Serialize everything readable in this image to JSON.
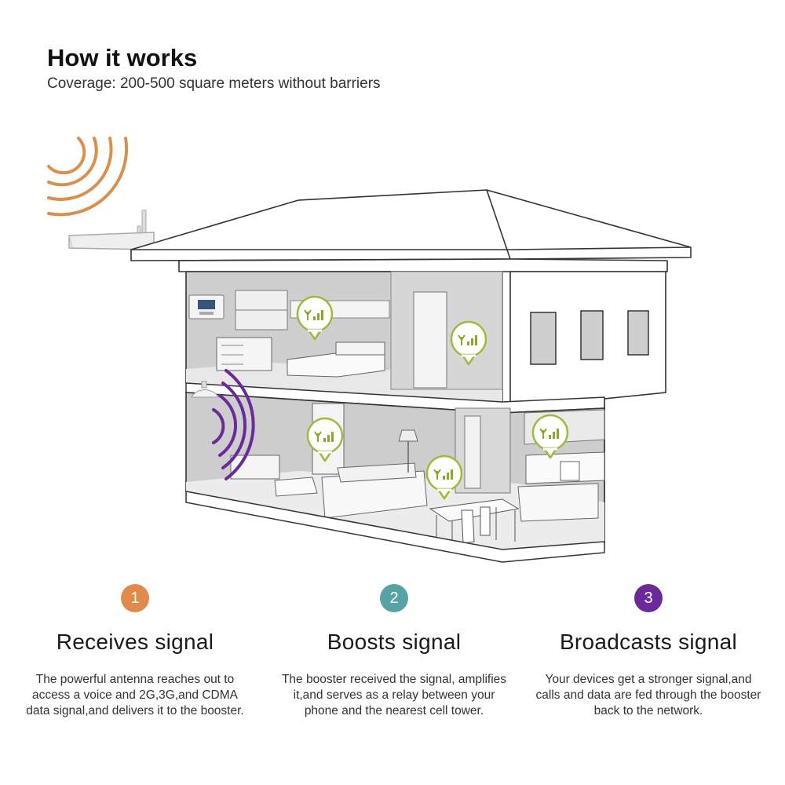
{
  "header": {
    "title": "How it works",
    "subtitle": "Coverage: 200-500 square meters without barriers"
  },
  "colors": {
    "antenna_wave": "#d98f4e",
    "booster": "#5fa6a6",
    "broadcast": "#6a2a9a",
    "signal_bubble": "#9cbb3a"
  },
  "icons": [
    "antenna-wave-icon",
    "outdoor-antenna-icon",
    "booster-icon",
    "indoor-antenna-icon",
    "signal-bubble-icon"
  ],
  "steps": [
    {
      "number": "1",
      "heading": "Receives signal",
      "description": "The powerful antenna reaches out to access a voice and 2G,3G,and CDMA data signal,and delivers it to the booster.",
      "color": "#e08a4c"
    },
    {
      "number": "2",
      "heading": "Boosts signal",
      "description": "The booster received the signal, amplifies it,and serves as a relay between your phone and the nearest cell tower.",
      "color": "#56a3a5"
    },
    {
      "number": "3",
      "heading": "Broadcasts signal",
      "description": "Your devices get a stronger signal,and calls and data are fed through the booster back to the network.",
      "color": "#6a2a9a"
    }
  ]
}
